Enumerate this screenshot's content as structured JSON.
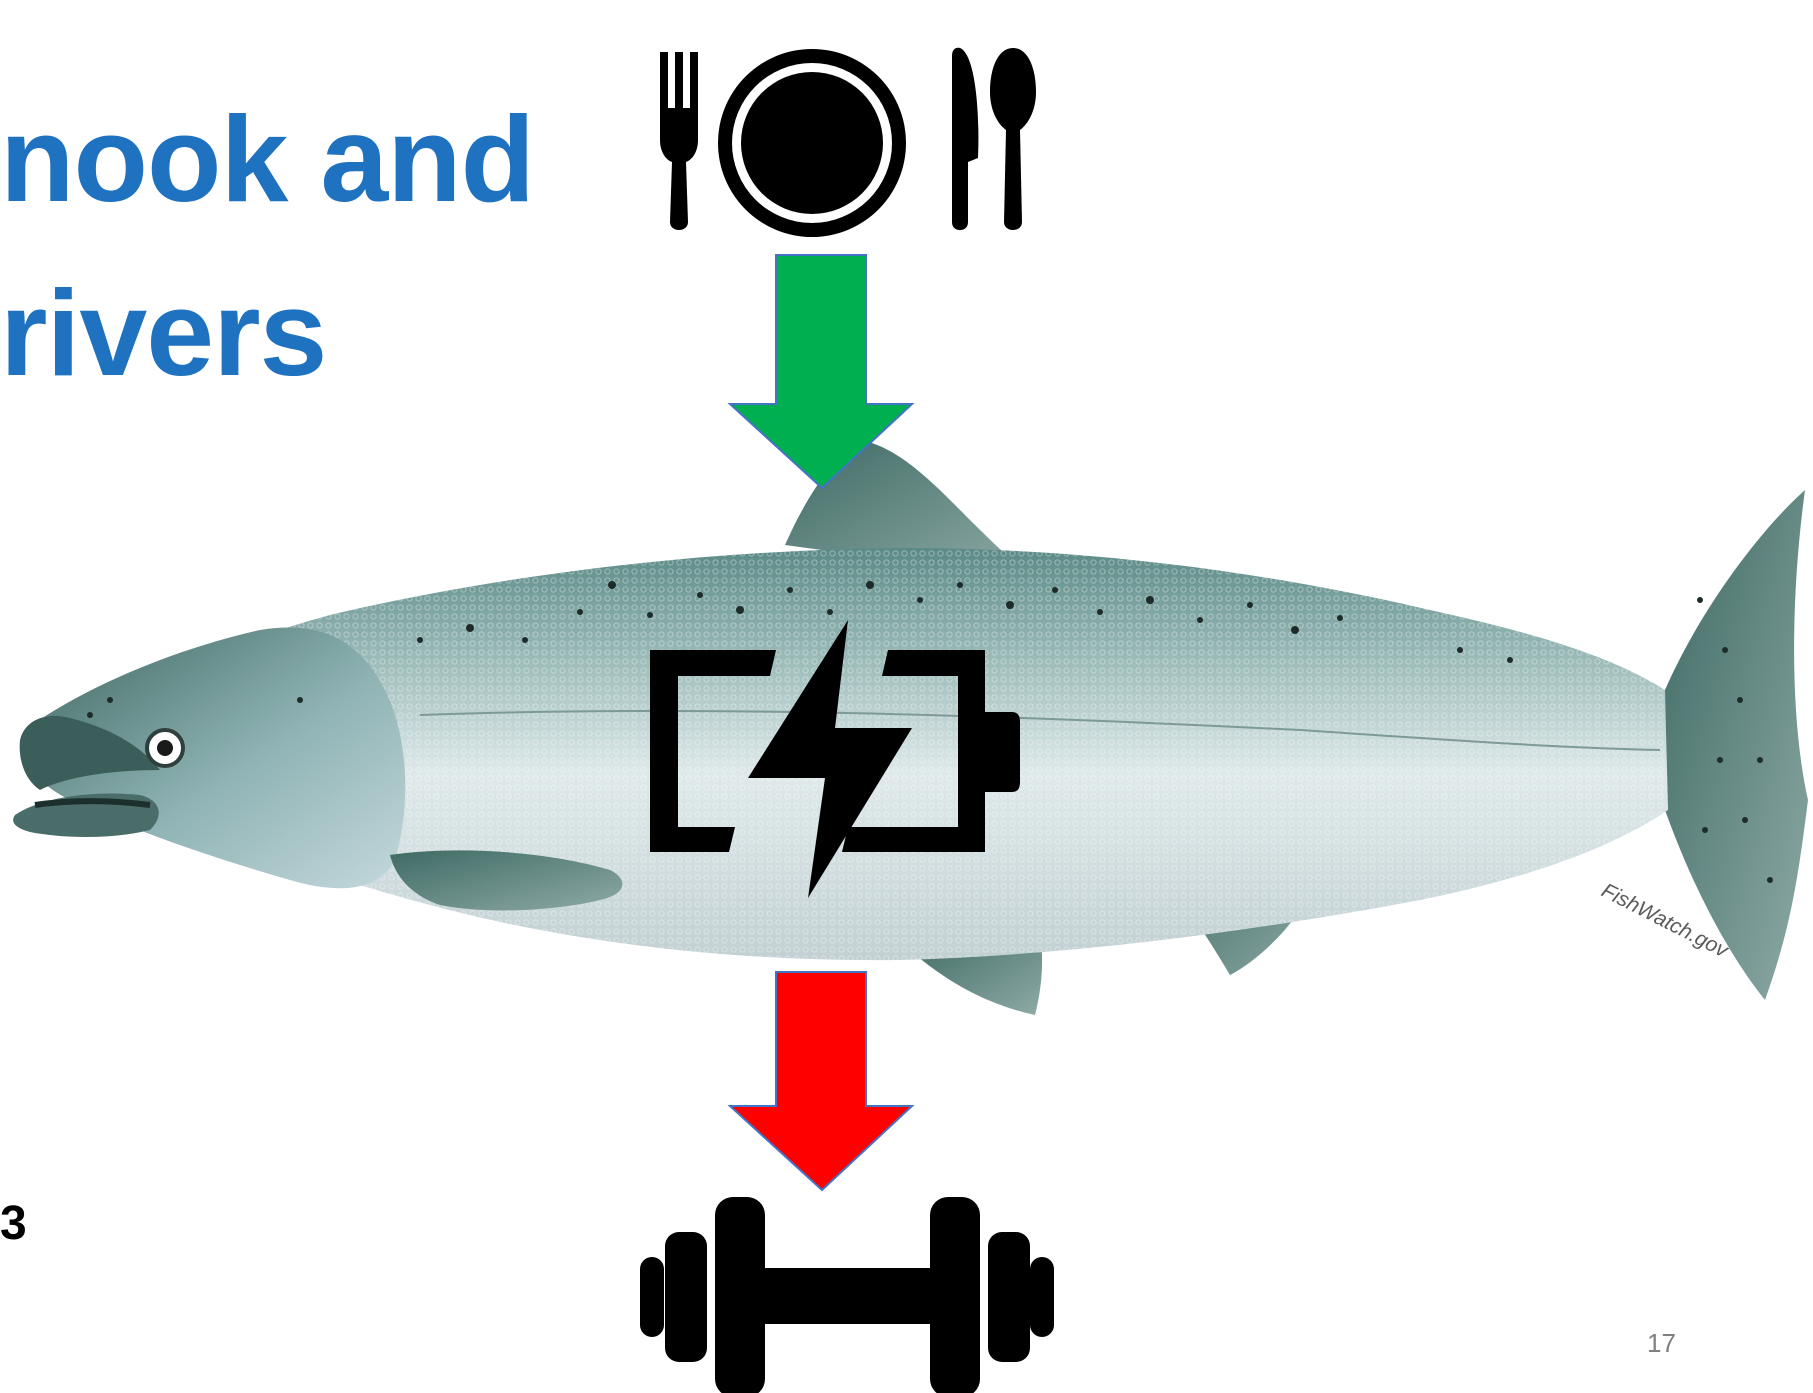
{
  "slide": {
    "title_line_1": "nook and",
    "title_line_2": "rivers",
    "side_mark": "3",
    "slide_number": "17"
  },
  "figure": {
    "watermark": "FishWatch.gov",
    "icons": [
      "plate-cutlery-icon",
      "battery-charging-icon",
      "dumbbell-icon"
    ],
    "arrows": [
      "green-down-arrow",
      "red-down-arrow"
    ],
    "colors": {
      "title": "#1f72c0",
      "energy_in_arrow": "#00b050",
      "energy_out_arrow": "#ff0000",
      "arrow_outline": "#4472c4",
      "icons": "#000000"
    }
  }
}
